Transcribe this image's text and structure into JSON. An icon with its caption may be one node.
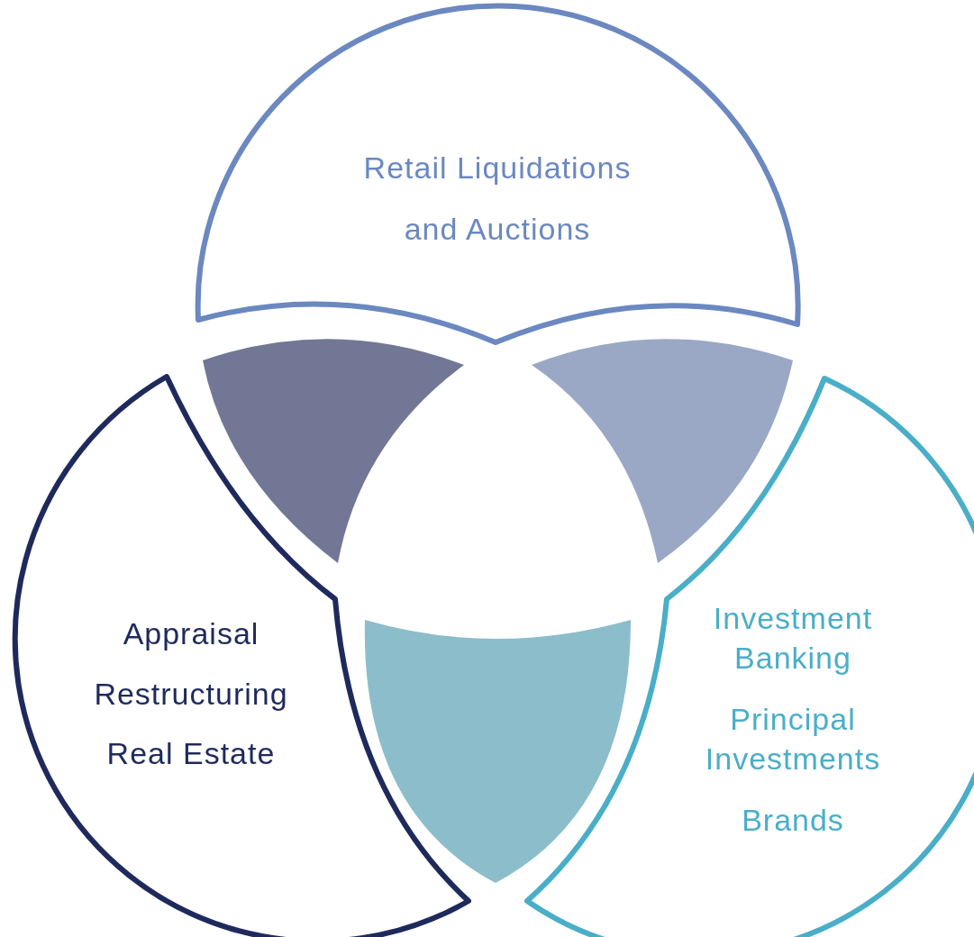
{
  "diagram": {
    "nodes": [
      {
        "text": [
          "Retail Liquidations and Auctions"
        ]
      },
      {
        "text": [
          "Appraisal",
          "Restructuring",
          "Real Estate"
        ]
      },
      {
        "text": [
          "Investment Banking",
          "Principal Investments",
          "Brands"
        ]
      },
      {
        "text": [],
        "shape": "lens"
      },
      {
        "text": [],
        "shape": "lens"
      },
      {
        "text": [],
        "shape": "lens"
      }
    ]
  }
}
